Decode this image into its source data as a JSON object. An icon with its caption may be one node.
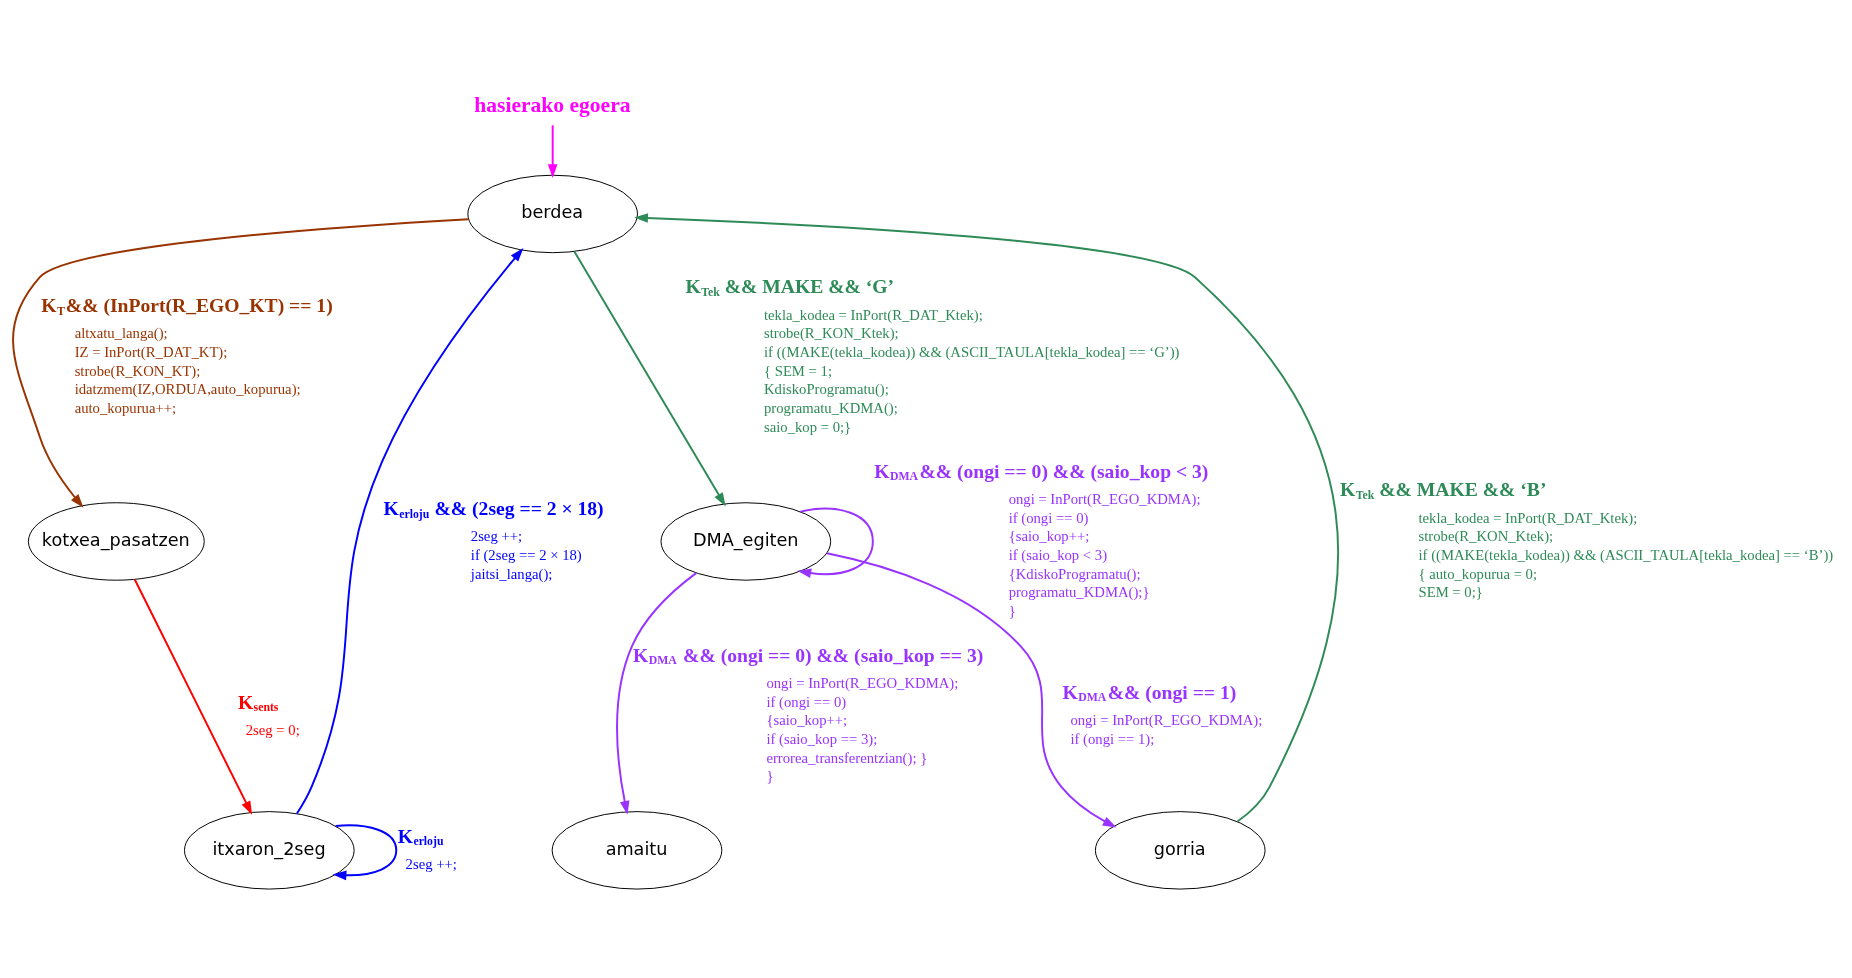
{
  "diagram": {
    "nodes": [
      {
        "text": [
          "hasierako egoera"
        ]
      },
      {
        "text": [
          "berdea"
        ]
      },
      {
        "text": [
          "kotxea_pasatzen"
        ]
      },
      {
        "text": [
          "itxaron_2seg"
        ]
      },
      {
        "text": [
          "DMA_egiten"
        ]
      },
      {
        "text": [
          "gorria"
        ]
      },
      {
        "text": [
          "amaitu"
        ]
      }
    ],
    "edges": [
      {
        "from": 0,
        "to": 1,
        "arrow": "to",
        "color": "#ff00ff"
      },
      {
        "from": 1,
        "to": 2,
        "arrow": "to",
        "label": "K$_{T}$&& (InPort(R_EGO_KT) == 1)",
        "color": "#993300"
      },
      {
        "from": 2,
        "to": 3,
        "arrow": "to",
        "label": "K$_{sents}$",
        "color": "#ff0000"
      },
      {
        "from": 3,
        "to": 1,
        "arrow": "to",
        "label": "K$_{erloju}$ && (2seg == 2 × 18)",
        "color": "#0000ff"
      },
      {
        "from": 3,
        "to": 3,
        "arrow": "to",
        "label": "K$_{erloju}$",
        "color": "#0000ff"
      },
      {
        "from": 1,
        "to": 4,
        "arrow": "to",
        "label": "K$_{Tek}$ && MAKE && ‘G’",
        "color": "#2e8b57"
      },
      {
        "from": 5,
        "to": 1,
        "arrow": "to",
        "label": "K$_{Tek}$ && MAKE && ‘B’",
        "color": "#2e8b57"
      },
      {
        "from": 4,
        "to": 5,
        "arrow": "to",
        "label": "K$_{DMA}$&& (ongi == 1)",
        "color": "#9933ff"
      },
      {
        "from": 4,
        "to": 4,
        "arrow": "to",
        "label": "K$_{DMA}$&& (ongi == 0) && (saio_kop < 3)",
        "color": "#9933ff"
      },
      {
        "from": 4,
        "to": 6,
        "arrow": "to",
        "label": "K$_{DMA}$ && (ongi == 0) && (saio_kop == 3)",
        "color": "#9933ff"
      }
    ],
    "labels": [
      "altxatu_langa();",
      "IZ = InPort(R_DAT_KT);",
      "strobe(R_KON_KT);",
      "idatzmem(IZ,ORDUA,auto_kopurua);",
      "auto_kopurua++;",
      "2seg ++;",
      "if (2seg == 2 × 18)",
      "jaitsi_langa();",
      "2seg = 0;",
      "tekla_kodea = InPort(R_DAT_Ktek);",
      "strobe(R_KON_Ktek);",
      "if ((MAKE(tekla_kodea)) && (ASCII_TAULA[tekla_kodea] == ‘G’))",
      "{ SEM = 1;",
      "KdiskoProgramatu();",
      "programatu_KDMA();",
      "saio_kop = 0;}",
      "tekla_kodea = InPort(R_DAT_Ktek);",
      "strobe(R_KON_Ktek);",
      "if ((MAKE(tekla_kodea)) && (ASCII_TAULA[tekla_kodea] == ‘B’))",
      "{ auto_kopurua = 0;",
      "SEM = 0;}",
      "2seg ++;",
      "ongi = InPort(R_EGO_KDMA);",
      "if (ongi == 1);",
      "ongi = InPort(R_EGO_KDMA);",
      "if (ongi == 0)",
      "{saio_kop++;",
      "if (saio_kop < 3)",
      "{KdiskoProgramatu();",
      "programatu_KDMA();}",
      "}",
      "ongi = InPort(R_EGO_KDMA);",
      "if (ongi == 0)",
      "{saio_kop++;",
      "if (saio_kop == 3);",
      "errorea_transferentzian(); }",
      "}"
    ]
  }
}
